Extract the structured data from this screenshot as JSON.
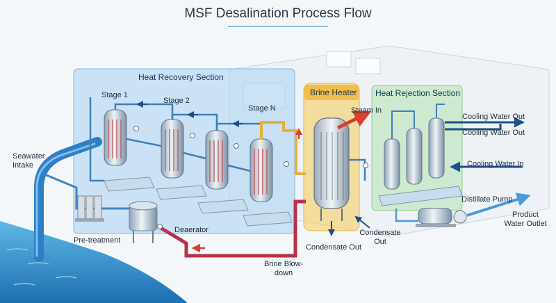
{
  "title": "MSF Desalination Process Flow",
  "sections": {
    "heat_recovery": "Heat Recovery Section",
    "brine_heater": "Brine Heater",
    "heat_rejection": "Heat Rejection Section"
  },
  "stages": {
    "stage1": "Stage 1",
    "stage2": "Stage 2",
    "stageN": "Stage N"
  },
  "labels": {
    "seawater_intake": "Seawater\nIntake",
    "pretreatment": "Pre-treatment",
    "deaerator": "Deaerator",
    "brine_blowdown": "Brine Blow-\ndown",
    "condensate_out_bottom": "Condensate Out",
    "condensate_out_right": "Condensate\nOut",
    "steam_in": "Steam In",
    "cooling_water_out_1": "Cooling Water Out",
    "cooling_water_out_2": "Cooling Water Out",
    "cooling_water_in": "Cooling Water In",
    "distillate_pump": "Distillate Pump",
    "product_water_outlet": "Product\nWater Outlet"
  },
  "colors": {
    "heat_recovery_panel": "#a9d2f3",
    "brine_heater_panel": "#f7cf63",
    "heat_rejection_panel": "#bfe6bf",
    "seawater_pipe": "#2f7fc6",
    "brine_pipe": "#b8334a",
    "steam_arrow": "#d8402c",
    "cooling_water": "#1f4f86",
    "product_water": "#4a9ad8"
  }
}
